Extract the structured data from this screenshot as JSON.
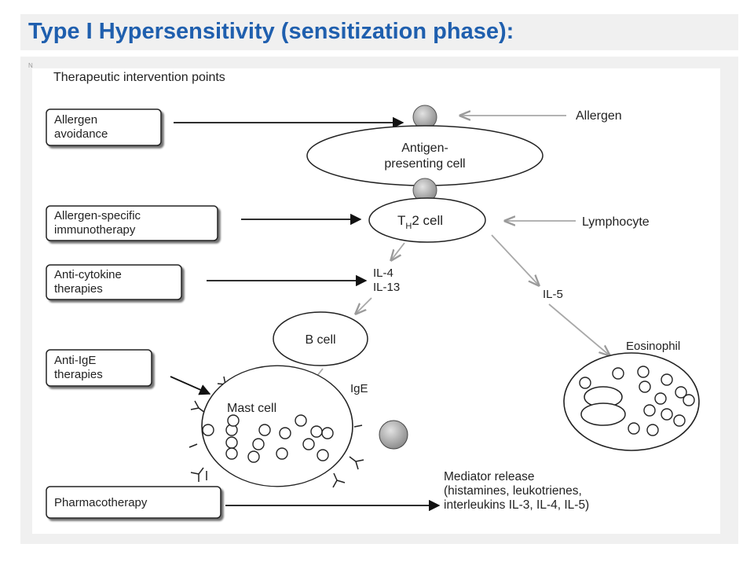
{
  "slide": {
    "title": "Type I Hypersensitivity (sensitization phase):",
    "corner_mark": "N"
  },
  "diagram": {
    "heading": "Therapeutic intervention points",
    "interventions": {
      "allergen_avoidance": [
        "Allergen",
        "avoidance"
      ],
      "immunotherapy": [
        "Allergen-specific",
        "immunotherapy"
      ],
      "anti_cytokine": [
        "Anti-cytokine",
        "therapies"
      ],
      "anti_ige": [
        "Anti-IgE",
        "therapies"
      ],
      "pharmacotherapy": "Pharmacotherapy"
    },
    "nodes": {
      "allergen": "Allergen",
      "apc": [
        "Antigen-",
        "presenting cell"
      ],
      "th2_main": "T",
      "th2_sub": "H",
      "th2_rest": "2 cell",
      "lymphocyte": "Lymphocyte",
      "il4": "IL-4",
      "il13": "IL-13",
      "il5": "IL-5",
      "b_cell": "B cell",
      "eosinophil": "Eosinophil",
      "ige": "IgE",
      "mast_cell": "Mast cell",
      "mediator": [
        "Mediator release",
        "(histamines, leukotrienes,",
        "interleukins IL-3, IL-4, IL-5)"
      ]
    },
    "colors": {
      "title": "#1f5fae",
      "panel": "#f0f0f0",
      "black_arrow": "#111111",
      "grey_arrow": "#a8a8a8",
      "allergen_fill": "#a9a9a9"
    }
  }
}
